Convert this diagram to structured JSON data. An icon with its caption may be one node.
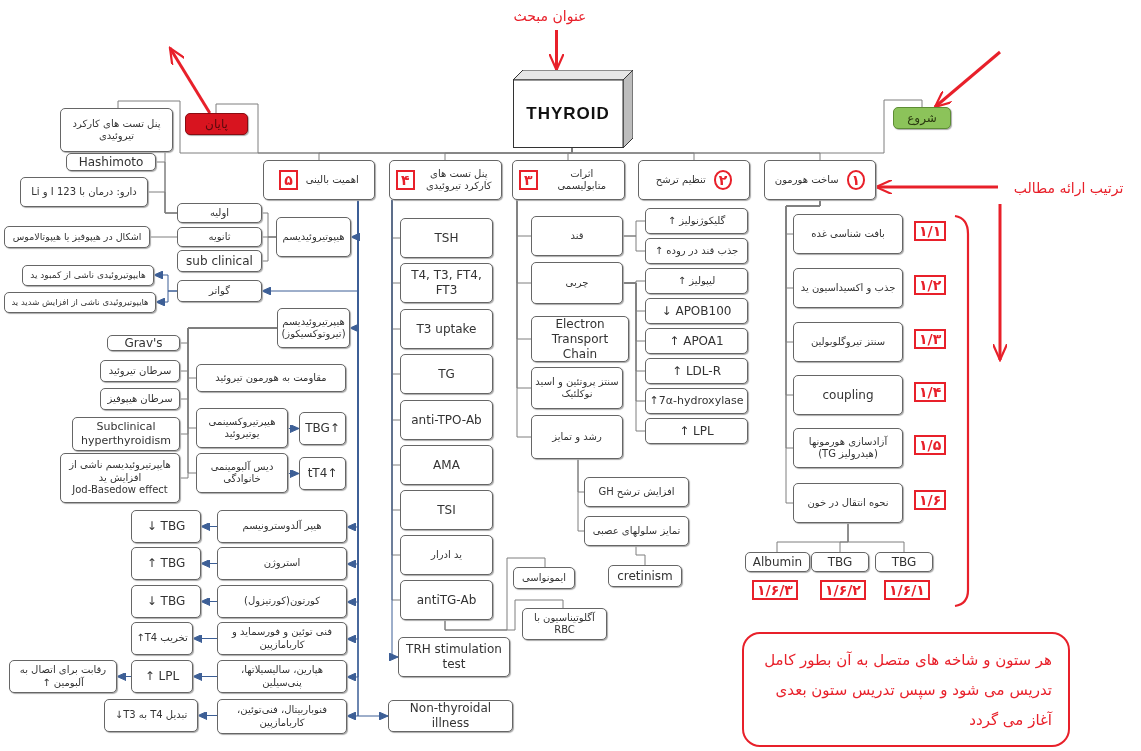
{
  "diagram": {
    "nodes": [
      {
        "text": [
          "THYROID"
        ]
      },
      {
        "text": [
          "شروع"
        ]
      },
      {
        "text": [
          "پایان"
        ]
      },
      {
        "text": [
          "پنل تست های کارکرد تیروئیدی"
        ]
      },
      {
        "text": [
          "Hashimoto"
        ]
      },
      {
        "text": [
          "دارو: درمان با I 123 و Li"
        ]
      },
      {
        "text": [
          "اولیه"
        ]
      },
      {
        "text": [
          "ثانویه"
        ]
      },
      {
        "text": [
          "sub clinical"
        ]
      },
      {
        "text": [
          "اشکال در هیپوفیز یا هیپوتالاموس"
        ]
      },
      {
        "text": [
          "هیپوتیروئیدیسم"
        ]
      },
      {
        "text": [
          "هایپوتیروئیدی ناشی از کمبود ید"
        ]
      },
      {
        "text": [
          "هایپوتیروئیدی ناشی از افزایش شدید ید"
        ]
      },
      {
        "text": [
          "گواتر"
        ]
      },
      {
        "text": [
          "هیپرتیروئیدیسم (تیروتوکسیکوز)"
        ]
      },
      {
        "text": [
          "Grav's"
        ]
      },
      {
        "text": [
          "سرطان تیروئید"
        ]
      },
      {
        "text": [
          "سرطان هیپوفیز"
        ]
      },
      {
        "text": [
          "مقاومت به هورمون تیروئید"
        ]
      },
      {
        "text": [
          "Subclinical hyperthyroidism"
        ]
      },
      {
        "text": [
          "هایپرتیروئیدیسم ناشی از افزایش ید",
          "Jod-Basedow effect"
        ]
      },
      {
        "text": [
          "هیپرتیروکسینمی یوتیروئید"
        ]
      },
      {
        "text": [
          "دیس آلبومینمی خانوادگی"
        ]
      },
      {
        "text": [
          "TBG↑"
        ]
      },
      {
        "text": [
          "tT4↑"
        ]
      },
      {
        "text": [
          "هیپر آلدوسترونیسم"
        ]
      },
      {
        "text": [
          "↓ TBG"
        ]
      },
      {
        "text": [
          "استروژن"
        ]
      },
      {
        "text": [
          "↑ TBG"
        ]
      },
      {
        "text": [
          "کورتون(کورتیزول)"
        ]
      },
      {
        "text": [
          "↓ TBG"
        ]
      },
      {
        "text": [
          "فنی توئین و فورسماید و کاربامازپین"
        ]
      },
      {
        "text": [
          "تخریب T4↑"
        ]
      },
      {
        "text": [
          "هپارین، سالیسیلاتها، پنی‌سیلین"
        ]
      },
      {
        "text": [
          "↑ LPL"
        ]
      },
      {
        "text": [
          "رقابت برای اتصال به آلبومین ↑"
        ]
      },
      {
        "text": [
          "فنوباربیتال، فنی‌توئین، کاربامازپین"
        ]
      },
      {
        "text": [
          "تبدیل T4 به T3↓"
        ]
      },
      {
        "text": [
          "Non-thyroidal illness"
        ]
      },
      {
        "text": [
          "اهمیت بالینی",
          "۵"
        ]
      },
      {
        "text": [
          "پنل تست های کارکرد تیروئیدی",
          "۴"
        ]
      },
      {
        "text": [
          "اثرات متابولیسمی",
          "۳"
        ]
      },
      {
        "text": [
          "۲",
          "تنظیم ترشح"
        ]
      },
      {
        "text": [
          "۱",
          "ساخت هورمون"
        ]
      },
      {
        "text": [
          "TSH"
        ]
      },
      {
        "text": [
          "T4, T3, FT4, FT3"
        ]
      },
      {
        "text": [
          "T3 uptake"
        ]
      },
      {
        "text": [
          "TG"
        ]
      },
      {
        "text": [
          "anti-TPO-Ab"
        ]
      },
      {
        "text": [
          "AMA"
        ]
      },
      {
        "text": [
          "TSI"
        ]
      },
      {
        "text": [
          "ید ادرار"
        ]
      },
      {
        "text": [
          "antiTG-Ab"
        ]
      },
      {
        "text": [
          "TRH stimulation test"
        ]
      },
      {
        "text": [
          "ایمونواسی"
        ]
      },
      {
        "text": [
          "آگلوتیناسیون با RBC"
        ]
      },
      {
        "text": [
          "قند"
        ]
      },
      {
        "text": [
          "چربی"
        ]
      },
      {
        "text": [
          "Electron Transport Chain"
        ]
      },
      {
        "text": [
          "سنتز پروتئین و اسید نوکلئیک"
        ]
      },
      {
        "text": [
          "رشد و تمایز"
        ]
      },
      {
        "text": [
          "گلیکوژنولیز ↑"
        ]
      },
      {
        "text": [
          "جذب قند در روده ↑"
        ]
      },
      {
        "text": [
          "لیپولیز ↑"
        ]
      },
      {
        "text": [
          "↓ APOB100"
        ]
      },
      {
        "text": [
          "↑ APOA1"
        ]
      },
      {
        "text": [
          "↑ LDL-R"
        ]
      },
      {
        "text": [
          "↑7α-hydroxylase"
        ]
      },
      {
        "text": [
          "↑ LPL"
        ]
      },
      {
        "text": [
          "افزایش ترشح GH"
        ]
      },
      {
        "text": [
          "تمایز سلولهای عصبی"
        ]
      },
      {
        "text": [
          "cretinism"
        ]
      },
      {
        "text": [
          "بافت شناسی غده"
        ],
        "beside": [
          "۱/۱"
        ]
      },
      {
        "text": [
          "جذب و اکسیداسیون ید"
        ],
        "beside": [
          "۱/۲"
        ]
      },
      {
        "text": [
          "سنتز تیروگلوبولین"
        ],
        "beside": [
          "۱/۳"
        ]
      },
      {
        "text": [
          "coupling"
        ],
        "beside": [
          "۱/۴"
        ]
      },
      {
        "text": [
          "آزادسازی هورمونها (هیدرولیز TG)"
        ],
        "beside": [
          "۱/۵"
        ]
      },
      {
        "text": [
          "نحوه انتقال در خون"
        ],
        "beside": [
          "۱/۶"
        ]
      },
      {
        "text": [
          "Albumin"
        ],
        "beside": [
          "۱/۶/۳"
        ]
      },
      {
        "text": [
          "TBG"
        ],
        "beside": [
          "۱/۶/۲"
        ]
      },
      {
        "text": [
          "TBG"
        ],
        "beside": [
          "۱/۶/۱"
        ]
      },
      {
        "text": [
          "هر ستون و شاخه های متصل به آن بطور کامل تدریس می شود و سپس تدریس ستون بعدی آغاز می گردد"
        ]
      },
      {
        "text": [
          "عنوان مبحث"
        ]
      },
      {
        "text": [
          "ترتیب ارائه مطالب"
        ]
      }
    ],
    "edges": [
      {
        "from": 0,
        "to": 39,
        "arrow": "none"
      },
      {
        "from": 0,
        "to": 40,
        "arrow": "none"
      },
      {
        "from": 0,
        "to": 41,
        "arrow": "none"
      },
      {
        "from": 0,
        "to": 42,
        "arrow": "none"
      },
      {
        "from": 0,
        "to": 43,
        "arrow": "none"
      },
      {
        "from": 0,
        "to": 1,
        "arrow": "none"
      },
      {
        "from": 0,
        "to": 2,
        "arrow": "none"
      },
      {
        "from": 0,
        "to": 3,
        "arrow": "none"
      },
      {
        "from": 39,
        "to": 10,
        "arrow": "to",
        "color": "#3d5f96"
      },
      {
        "from": 39,
        "to": 13,
        "arrow": "to",
        "color": "#3d5f96"
      },
      {
        "from": 39,
        "to": 14,
        "arrow": "to",
        "color": "#3d5f96"
      },
      {
        "from": 39,
        "to": 25,
        "arrow": "to",
        "color": "#3d5f96"
      },
      {
        "from": 39,
        "to": 27,
        "arrow": "to",
        "color": "#3d5f96"
      },
      {
        "from": 39,
        "to": 29,
        "arrow": "to",
        "color": "#3d5f96"
      },
      {
        "from": 39,
        "to": 31,
        "arrow": "to",
        "color": "#3d5f96"
      },
      {
        "from": 39,
        "to": 33,
        "arrow": "to",
        "color": "#3d5f96"
      },
      {
        "from": 39,
        "to": 36,
        "arrow": "to",
        "color": "#3d5f96"
      },
      {
        "from": 39,
        "to": 38,
        "arrow": "to",
        "color": "#3d5f96"
      },
      {
        "from": 10,
        "to": 6,
        "arrow": "none"
      },
      {
        "from": 10,
        "to": 7,
        "arrow": "none"
      },
      {
        "from": 10,
        "to": 8,
        "arrow": "none"
      },
      {
        "from": 6,
        "to": 3,
        "arrow": "none"
      },
      {
        "from": 6,
        "to": 4,
        "arrow": "none"
      },
      {
        "from": 6,
        "to": 5,
        "arrow": "none"
      },
      {
        "from": 7,
        "to": 9,
        "arrow": "none"
      },
      {
        "from": 13,
        "to": 11,
        "arrow": "to",
        "color": "#3d5f96"
      },
      {
        "from": 13,
        "to": 12,
        "arrow": "to",
        "color": "#3d5f96"
      },
      {
        "from": 14,
        "to": 15,
        "arrow": "none"
      },
      {
        "from": 14,
        "to": 16,
        "arrow": "none"
      },
      {
        "from": 14,
        "to": 17,
        "arrow": "none"
      },
      {
        "from": 14,
        "to": 18,
        "arrow": "none"
      },
      {
        "from": 14,
        "to": 19,
        "arrow": "none"
      },
      {
        "from": 14,
        "to": 20,
        "arrow": "none"
      },
      {
        "from": 14,
        "to": 21,
        "arrow": "none"
      },
      {
        "from": 14,
        "to": 22,
        "arrow": "none"
      },
      {
        "from": 21,
        "to": 23,
        "arrow": "to",
        "color": "#3d5f96"
      },
      {
        "from": 22,
        "to": 24,
        "arrow": "to",
        "color": "#3d5f96"
      },
      {
        "from": 25,
        "to": 26,
        "arrow": "to",
        "color": "#3d5f96"
      },
      {
        "from": 27,
        "to": 28,
        "arrow": "to",
        "color": "#3d5f96"
      },
      {
        "from": 29,
        "to": 30,
        "arrow": "to",
        "color": "#3d5f96"
      },
      {
        "from": 31,
        "to": 32,
        "arrow": "to",
        "color": "#3d5f96"
      },
      {
        "from": 33,
        "to": 34,
        "arrow": "to",
        "color": "#3d5f96"
      },
      {
        "from": 34,
        "to": 35,
        "arrow": "to",
        "color": "#3d5f96"
      },
      {
        "from": 36,
        "to": 37,
        "arrow": "to",
        "color": "#3d5f96"
      },
      {
        "from": 40,
        "to": 44,
        "arrow": "none"
      },
      {
        "from": 40,
        "to": 45,
        "arrow": "none"
      },
      {
        "from": 40,
        "to": 46,
        "arrow": "none"
      },
      {
        "from": 40,
        "to": 47,
        "arrow": "none"
      },
      {
        "from": 40,
        "to": 48,
        "arrow": "none"
      },
      {
        "from": 40,
        "to": 49,
        "arrow": "none"
      },
      {
        "from": 40,
        "to": 50,
        "arrow": "none"
      },
      {
        "from": 40,
        "to": 51,
        "arrow": "none"
      },
      {
        "from": 40,
        "to": 52,
        "arrow": "none"
      },
      {
        "from": 40,
        "to": 53,
        "arrow": "to",
        "color": "#3d5f96"
      },
      {
        "from": 52,
        "to": 54,
        "arrow": "none"
      },
      {
        "from": 52,
        "to": 55,
        "arrow": "none"
      },
      {
        "from": 41,
        "to": 56,
        "arrow": "none"
      },
      {
        "from": 41,
        "to": 57,
        "arrow": "none"
      },
      {
        "from": 41,
        "to": 58,
        "arrow": "none"
      },
      {
        "from": 41,
        "to": 59,
        "arrow": "none"
      },
      {
        "from": 41,
        "to": 60,
        "arrow": "none"
      },
      {
        "from": 56,
        "to": 61,
        "arrow": "none"
      },
      {
        "from": 56,
        "to": 62,
        "arrow": "none"
      },
      {
        "from": 57,
        "to": 63,
        "arrow": "none"
      },
      {
        "from": 57,
        "to": 64,
        "arrow": "none"
      },
      {
        "from": 57,
        "to": 65,
        "arrow": "none"
      },
      {
        "from": 57,
        "to": 66,
        "arrow": "none"
      },
      {
        "from": 57,
        "to": 67,
        "arrow": "none"
      },
      {
        "from": 57,
        "to": 68,
        "arrow": "none"
      },
      {
        "from": 60,
        "to": 69,
        "arrow": "none"
      },
      {
        "from": 60,
        "to": 70,
        "arrow": "none"
      },
      {
        "from": 70,
        "to": 71,
        "arrow": "none"
      },
      {
        "from": 43,
        "to": 72,
        "arrow": "none"
      },
      {
        "from": 43,
        "to": 73,
        "arrow": "none"
      },
      {
        "from": 43,
        "to": 74,
        "arrow": "none"
      },
      {
        "from": 43,
        "to": 75,
        "arrow": "none"
      },
      {
        "from": 43,
        "to": 76,
        "arrow": "none"
      },
      {
        "from": 43,
        "to": 77,
        "arrow": "none"
      },
      {
        "from": 77,
        "to": 78,
        "arrow": "none"
      },
      {
        "from": 77,
        "to": 79,
        "arrow": "none"
      },
      {
        "from": 77,
        "to": 80,
        "arrow": "none"
      },
      {
        "from": 82,
        "to": 0,
        "arrow": "to",
        "style": "thick",
        "color": "#e8202a"
      },
      {
        "from": 83,
        "to": 43,
        "arrow": "to",
        "style": "thick",
        "color": "#e8202a"
      },
      {
        "from": 83,
        "to": null,
        "arrow": "to",
        "style": "thick",
        "color": "#e8202a"
      },
      {
        "from": null,
        "to": 1,
        "arrow": "to",
        "style": "thick",
        "color": "#e8202a"
      },
      {
        "from": 2,
        "to": null,
        "arrow": "to",
        "style": "thick",
        "color": "#e8202a"
      }
    ]
  }
}
